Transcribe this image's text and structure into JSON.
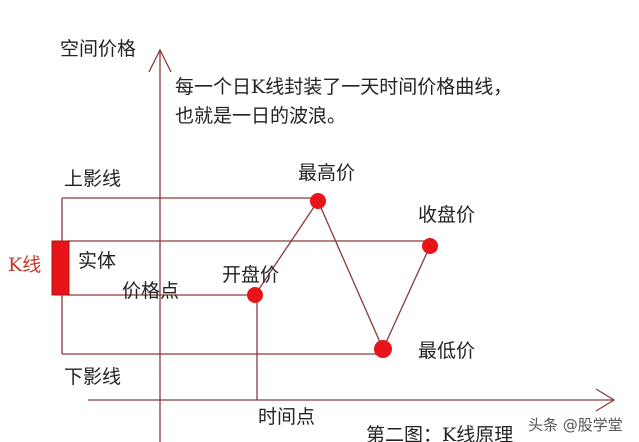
{
  "axis_y_label": "空间价格",
  "axis_x_label": "时间点",
  "description_line1": "每一个日K线封装了一天时间价格曲线，",
  "description_line2": "也就是一日的波浪。",
  "upper_shadow": "上影线",
  "lower_shadow": "下影线",
  "k_line": "K线",
  "body": "实体",
  "price_point": "价格点",
  "open_price": "开盘价",
  "high_price": "最高价",
  "close_price": "收盘价",
  "low_price": "最低价",
  "caption": "第二图：K线原理",
  "watermark": "头条 @股学堂",
  "colors": {
    "line": "#8b3a3a",
    "dot": "#e8141a",
    "k_label": "#c0392b"
  }
}
